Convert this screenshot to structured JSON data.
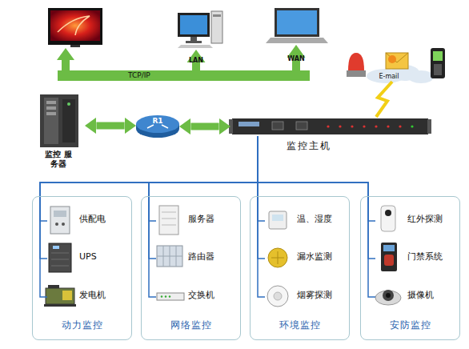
{
  "diagram": {
    "nodes": [
      {
        "text": [
          "LAN"
        ]
      },
      {
        "text": [
          "WAN"
        ]
      },
      {
        "text": [
          "E-mail"
        ]
      },
      {
        "text": [
          "TCP/IP"
        ]
      },
      {
        "text": [
          "监控 服务器"
        ]
      },
      {
        "text": [
          "R1"
        ]
      },
      {
        "text": [
          "监控主机"
        ]
      },
      {
        "text": [
          "动力监控"
        ]
      },
      {
        "text": [
          "供配电"
        ],
        "in": 7
      },
      {
        "text": [
          "UPS"
        ],
        "in": 7
      },
      {
        "text": [
          "发电机"
        ],
        "in": 7
      },
      {
        "text": [
          "网络监控"
        ]
      },
      {
        "text": [
          "服务器"
        ],
        "in": 11
      },
      {
        "text": [
          "路由器"
        ],
        "in": 11
      },
      {
        "text": [
          "交换机"
        ],
        "in": 11
      },
      {
        "text": [
          "环境监控"
        ]
      },
      {
        "text": [
          "温、湿度"
        ],
        "in": 15
      },
      {
        "text": [
          "漏水监测"
        ],
        "in": 15
      },
      {
        "text": [
          "烟雾探测"
        ],
        "in": 15
      },
      {
        "text": [
          "安防监控"
        ]
      },
      {
        "text": [
          "红外探测"
        ],
        "in": 19
      },
      {
        "text": [
          "门禁系统"
        ],
        "in": 19
      },
      {
        "text": [
          "摄像机"
        ],
        "in": 19
      }
    ],
    "edges": [
      {
        "from": 3,
        "to": 0,
        "arrow": "to"
      },
      {
        "from": 3,
        "to": 1,
        "arrow": "to"
      },
      {
        "from": 4,
        "to": 5,
        "arrow": "both"
      },
      {
        "from": 5,
        "to": 6,
        "arrow": "both"
      },
      {
        "from": 6,
        "to": 2,
        "arrow": "none"
      },
      {
        "from": 6,
        "to": 8,
        "arrow": "none"
      },
      {
        "from": 6,
        "to": 9,
        "arrow": "none"
      },
      {
        "from": 6,
        "to": 10,
        "arrow": "none"
      },
      {
        "from": 6,
        "to": 12,
        "arrow": "none"
      },
      {
        "from": 6,
        "to": 13,
        "arrow": "none"
      },
      {
        "from": 6,
        "to": 14,
        "arrow": "none"
      },
      {
        "from": 6,
        "to": 16,
        "arrow": "none"
      },
      {
        "from": 6,
        "to": 17,
        "arrow": "none"
      },
      {
        "from": 6,
        "to": 18,
        "arrow": "none"
      },
      {
        "from": 6,
        "to": 20,
        "arrow": "none"
      },
      {
        "from": 6,
        "to": 21,
        "arrow": "none"
      },
      {
        "from": 6,
        "to": 22,
        "arrow": "none"
      }
    ]
  }
}
